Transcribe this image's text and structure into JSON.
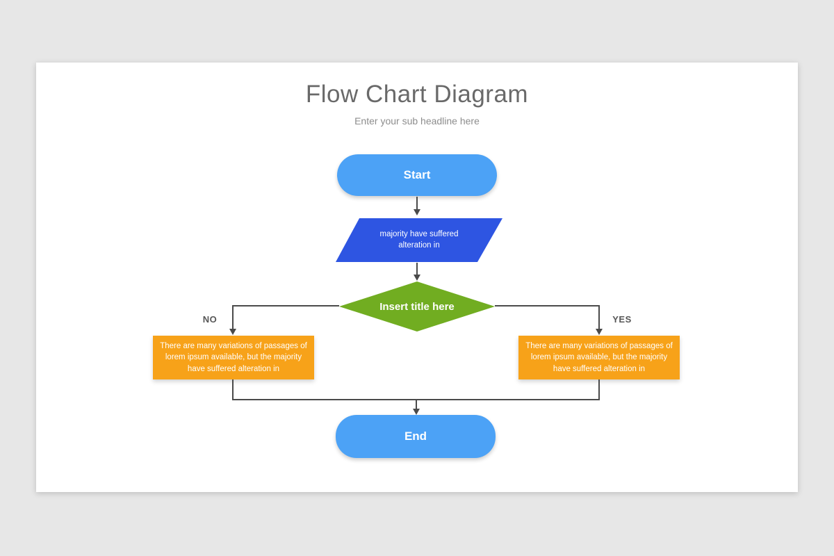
{
  "slide": {
    "title": "Flow Chart Diagram",
    "subtitle": "Enter your sub headline here"
  },
  "flowchart": {
    "nodes": {
      "start": {
        "type": "terminator",
        "label": "Start",
        "fill": "#4CA2F6"
      },
      "process": {
        "type": "parallelogram",
        "label": "majority have suffered alteration in",
        "fill": "#2E55E2"
      },
      "decision": {
        "type": "diamond",
        "label": "Insert title here",
        "fill": "#71AD21"
      },
      "no_result": {
        "type": "rectangle",
        "label": "There are many variations of passages of lorem ipsum available, but the majority have suffered alteration in",
        "fill": "#F7A219"
      },
      "yes_result": {
        "type": "rectangle",
        "label": "There are many variations of passages of lorem ipsum available, but the majority have suffered alteration in",
        "fill": "#F7A219"
      },
      "end": {
        "type": "terminator",
        "label": "End",
        "fill": "#4CA2F6"
      }
    },
    "branch_labels": {
      "no": "NO",
      "yes": "YES"
    },
    "connector_color": "#4A4A4A"
  }
}
